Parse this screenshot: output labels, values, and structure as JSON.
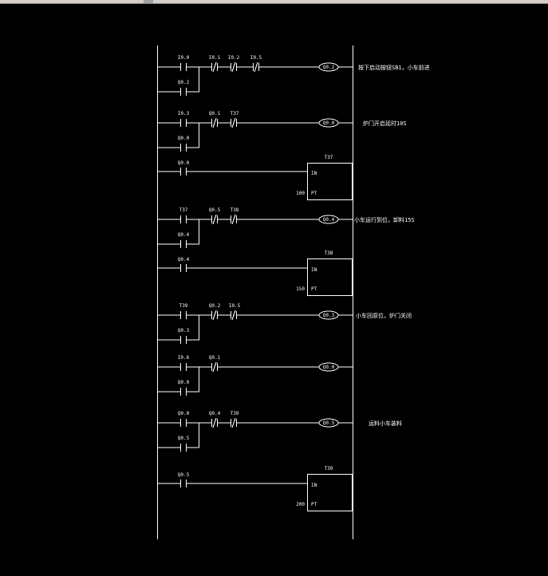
{
  "colors": {
    "background": "#000000",
    "lines": "#ffffff",
    "window_chrome": "#d4d0c8"
  },
  "rungs": [
    {
      "contacts": [
        "I0.0",
        "I0.1",
        "I0.2",
        "I0.5"
      ],
      "branch": "Q0.2",
      "coil": "Q0.2",
      "comment": "按下启动按钮SB1，小车前进"
    },
    {
      "contacts": [
        "I0.3",
        "Q0.1",
        "T37"
      ],
      "branch": "Q0.0",
      "coil": "Q0.0",
      "comment": "炉门开启延时10S"
    },
    {
      "contacts": [
        "Q0.0"
      ],
      "timer": "T37",
      "in_label": "IN",
      "pt_label": "PT",
      "preset": "100"
    },
    {
      "contacts": [
        "T37",
        "Q0.5",
        "T38"
      ],
      "branch": "Q0.4",
      "coil": "Q0.4",
      "comment": "小车运行到位，卸料15S"
    },
    {
      "contacts": [
        "Q0.4"
      ],
      "timer": "T38",
      "in_label": "IN",
      "pt_label": "PT",
      "preset": "150"
    },
    {
      "contacts": [
        "T39",
        "Q0.2",
        "I0.5"
      ],
      "branch": "Q0.3",
      "coil": "Q0.3",
      "comment": "小车回原位，炉门关闭"
    },
    {
      "contacts": [
        "I0.6",
        "Q0.1"
      ],
      "branch": "Q0.0",
      "coil": "Q0.0",
      "comment": ""
    },
    {
      "contacts": [
        "Q0.0",
        "Q0.4",
        "T39"
      ],
      "branch": "Q0.5",
      "coil": "Q0.5",
      "comment": "运料小车装料"
    },
    {
      "contacts": [
        "Q0.5"
      ],
      "timer": "T39",
      "in_label": "IN",
      "pt_label": "PT",
      "preset": "200"
    }
  ]
}
